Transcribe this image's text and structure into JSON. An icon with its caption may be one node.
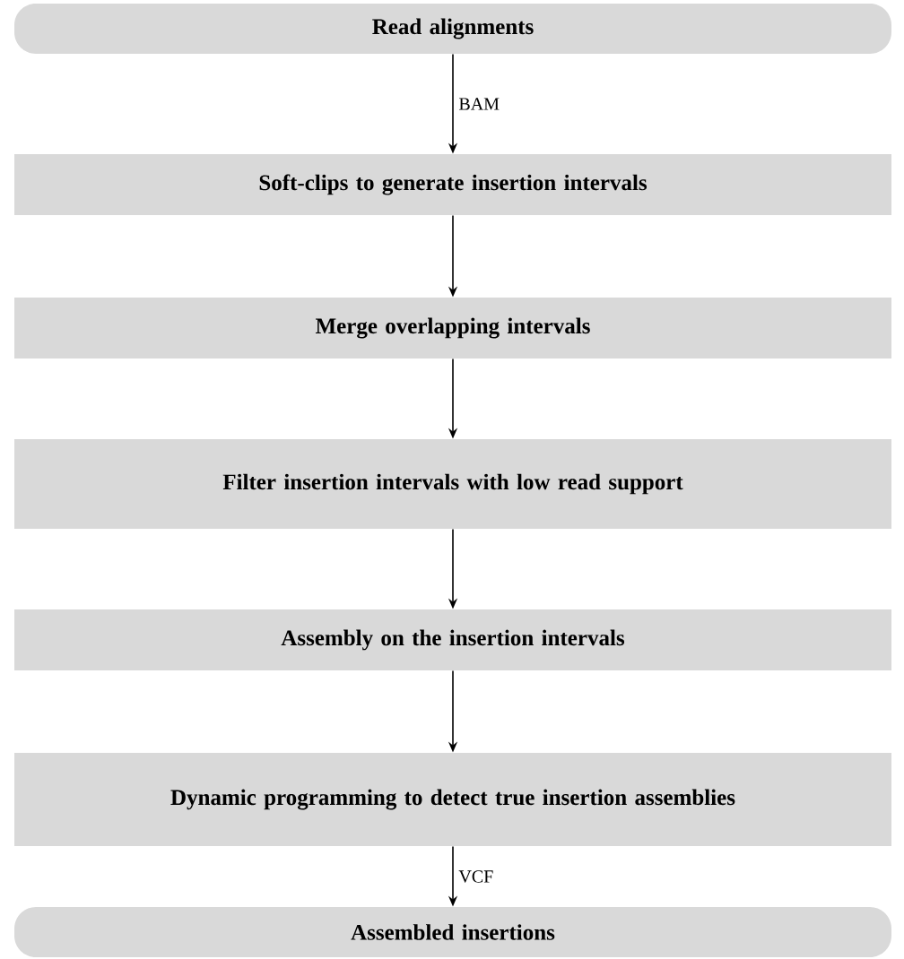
{
  "diagram": {
    "nodes": [
      {
        "text": [
          "Read alignments"
        ]
      },
      {
        "text": [
          "Soft-clips to generate insertion intervals"
        ]
      },
      {
        "text": [
          "Merge overlapping intervals"
        ]
      },
      {
        "text": [
          "Filter insertion intervals with low read support"
        ]
      },
      {
        "text": [
          "Assembly on the insertion intervals"
        ]
      },
      {
        "text": [
          "Dynamic programming to detect true insertion assemblies"
        ]
      },
      {
        "text": [
          "Assembled insertions"
        ]
      }
    ],
    "edges": [
      {
        "from": 0,
        "to": 1,
        "arrow": "to",
        "label": "BAM"
      },
      {
        "from": 1,
        "to": 2,
        "arrow": "to"
      },
      {
        "from": 2,
        "to": 3,
        "arrow": "to"
      },
      {
        "from": 3,
        "to": 4,
        "arrow": "to"
      },
      {
        "from": 4,
        "to": 5,
        "arrow": "to"
      },
      {
        "from": 5,
        "to": 6,
        "arrow": "to",
        "label": "VCF"
      }
    ]
  }
}
